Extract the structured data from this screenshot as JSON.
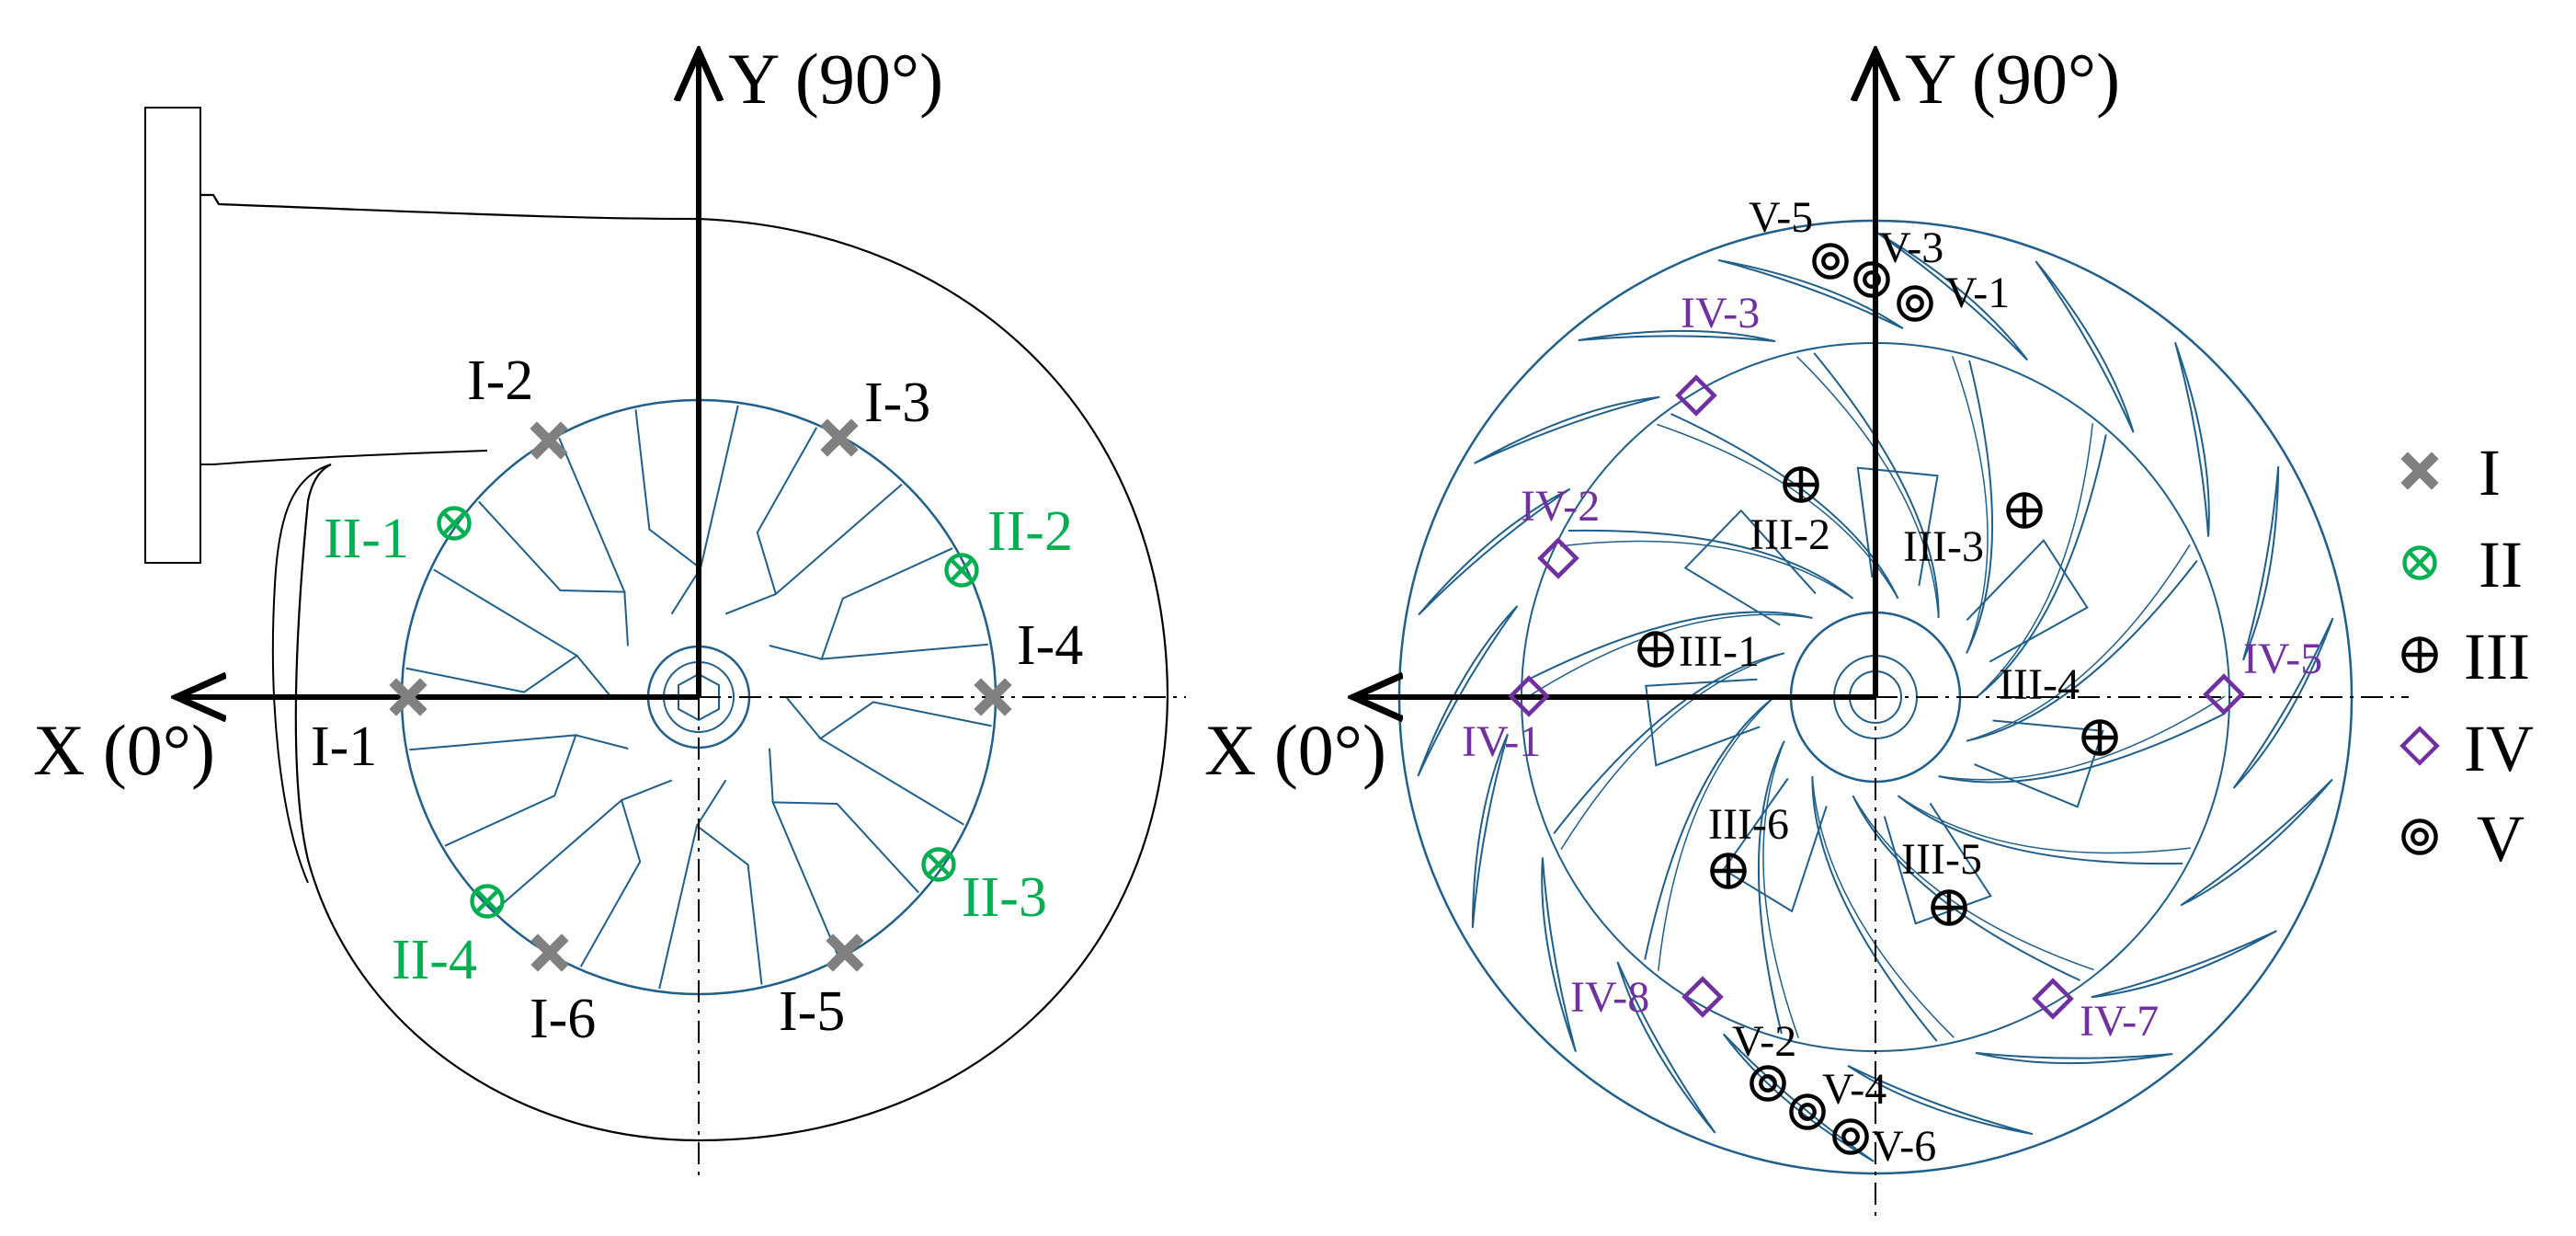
{
  "colors": {
    "group_I": "#808080",
    "group_II": "#00b050",
    "group_III": "#000000",
    "group_IV": "#7030a0",
    "group_V": "#000000",
    "outline": "#1f5f8b"
  },
  "left_panel": {
    "y_axis_label": "Y (90°)",
    "x_axis_label": "X (0°)",
    "points": {
      "I_1": "I-1",
      "I_2": "I-2",
      "I_3": "I-3",
      "I_4": "I-4",
      "I_5": "I-5",
      "I_6": "I-6",
      "II_1": "II-1",
      "II_2": "II-2",
      "II_3": "II-3",
      "II_4": "II-4"
    }
  },
  "right_panel": {
    "y_axis_label": "Y (90°)",
    "x_axis_label": "X (0°)",
    "points": {
      "III_1": "III-1",
      "III_2": "III-2",
      "III_3": "III-3",
      "III_4": "III-4",
      "III_5": "III-5",
      "III_6": "III-6",
      "IV_1": "IV-1",
      "IV_2": "IV-2",
      "IV_3": "IV-3",
      "IV_5": "IV-5",
      "IV_7": "IV-7",
      "IV_8": "IV-8",
      "V_1": "V-1",
      "V_2": "V-2",
      "V_3": "V-3",
      "V_4": "V-4",
      "V_5": "V-5",
      "V_6": "V-6"
    }
  },
  "legend": {
    "items": [
      {
        "symbol": "cross-marker",
        "label": "I"
      },
      {
        "symbol": "circle-x-marker",
        "label": "II"
      },
      {
        "symbol": "circle-plus-marker",
        "label": "III"
      },
      {
        "symbol": "diamond-marker",
        "label": "IV"
      },
      {
        "symbol": "double-circle-marker",
        "label": "V"
      }
    ]
  }
}
